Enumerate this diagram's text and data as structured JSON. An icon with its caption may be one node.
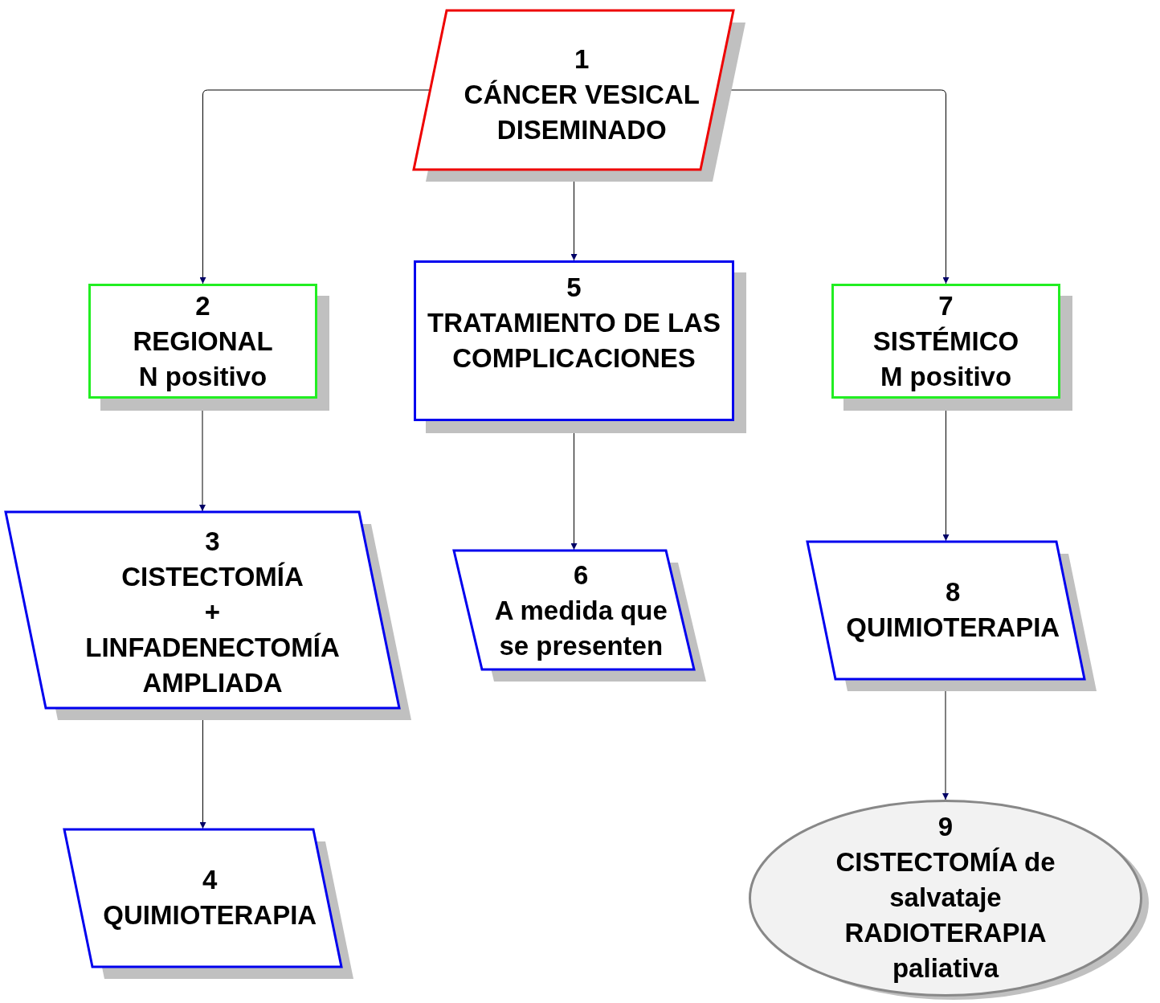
{
  "diagram": {
    "nodes": [
      {
        "text": [
          "1",
          "CÁNCER VESICAL DISEMINADO"
        ]
      },
      {
        "text": [
          "2",
          "REGIONAL",
          "N positivo"
        ]
      },
      {
        "text": [
          "3",
          "CISTECTOMÍA",
          "+",
          "LINFADENECTOMÍA AMPLIADA"
        ]
      },
      {
        "text": [
          "4",
          "QUIMIOTERAPIA"
        ]
      },
      {
        "text": [
          "5",
          "TRATAMIENTO DE LAS COMPLICACIONES"
        ]
      },
      {
        "text": [
          "6",
          "A medida que se presenten"
        ]
      },
      {
        "text": [
          "7",
          "SISTÉMICO",
          "M positivo"
        ]
      },
      {
        "text": [
          "8",
          "QUIMIOTERAPIA"
        ]
      },
      {
        "text": [
          "9",
          "CISTECTOMÍA de salvataje",
          "RADIOTERAPIA paliativa"
        ]
      }
    ],
    "edges": [
      {
        "from": 0,
        "to": 1,
        "arrow": "to"
      },
      {
        "from": 0,
        "to": 4,
        "arrow": "to"
      },
      {
        "from": 0,
        "to": 6,
        "arrow": "to"
      },
      {
        "from": 1,
        "to": 2,
        "arrow": "to"
      },
      {
        "from": 2,
        "to": 3,
        "arrow": "to"
      },
      {
        "from": 4,
        "to": 5,
        "arrow": "to"
      },
      {
        "from": 6,
        "to": 7,
        "arrow": "to"
      },
      {
        "from": 7,
        "to": 8,
        "arrow": "to"
      }
    ]
  }
}
